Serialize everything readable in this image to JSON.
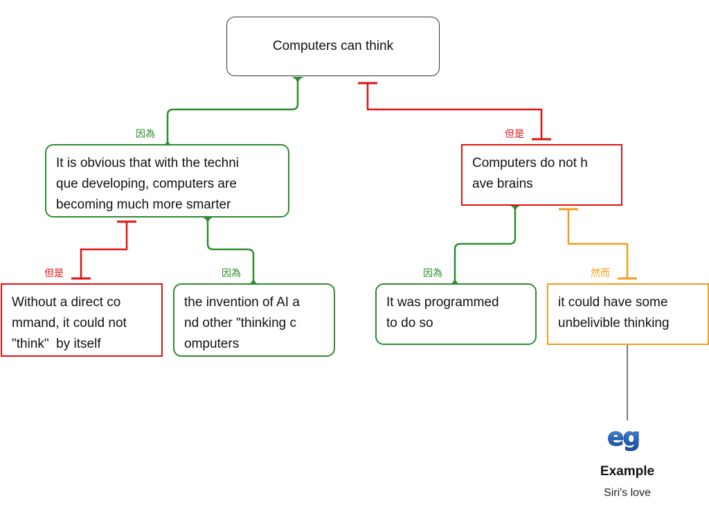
{
  "root": {
    "text": "Computers can think"
  },
  "nodes": {
    "reason_main": {
      "lines": [
        "It is obvious that with the techni",
        "que developing, computers are",
        "becoming much more smarter"
      ],
      "color": "#2e8b2e"
    },
    "objection_main": {
      "lines": [
        "Computers do not h",
        "ave brains"
      ],
      "color": "#e01010"
    },
    "objection_sub": {
      "lines": [
        "Without a direct co",
        "mmand, it could not",
        "\"think\"  by itself"
      ],
      "color": "#e01010"
    },
    "reason_sub": {
      "lines": [
        "the invention of AI a",
        "nd other \"thinking c",
        "omputers"
      ],
      "color": "#2e8b2e"
    },
    "reason_right": {
      "lines": [
        "It was programmed",
        "to do so"
      ],
      "color": "#2e8b2e"
    },
    "rebuttal": {
      "lines": [
        "it could have some",
        "unbelivible thinking"
      ],
      "color": "#f29b1d"
    }
  },
  "labels": {
    "because_1": "因為",
    "but_1": "但是",
    "but_2": "但是",
    "because_2": "因為",
    "because_3": "因為",
    "however": "然而"
  },
  "example": {
    "icon": "eg-icon",
    "title": "Example",
    "text": "Siri's love"
  },
  "colors": {
    "reason": "#2e8b2e",
    "objection": "#e01010",
    "rebuttal": "#f29b1d",
    "root_border": "#333333"
  }
}
